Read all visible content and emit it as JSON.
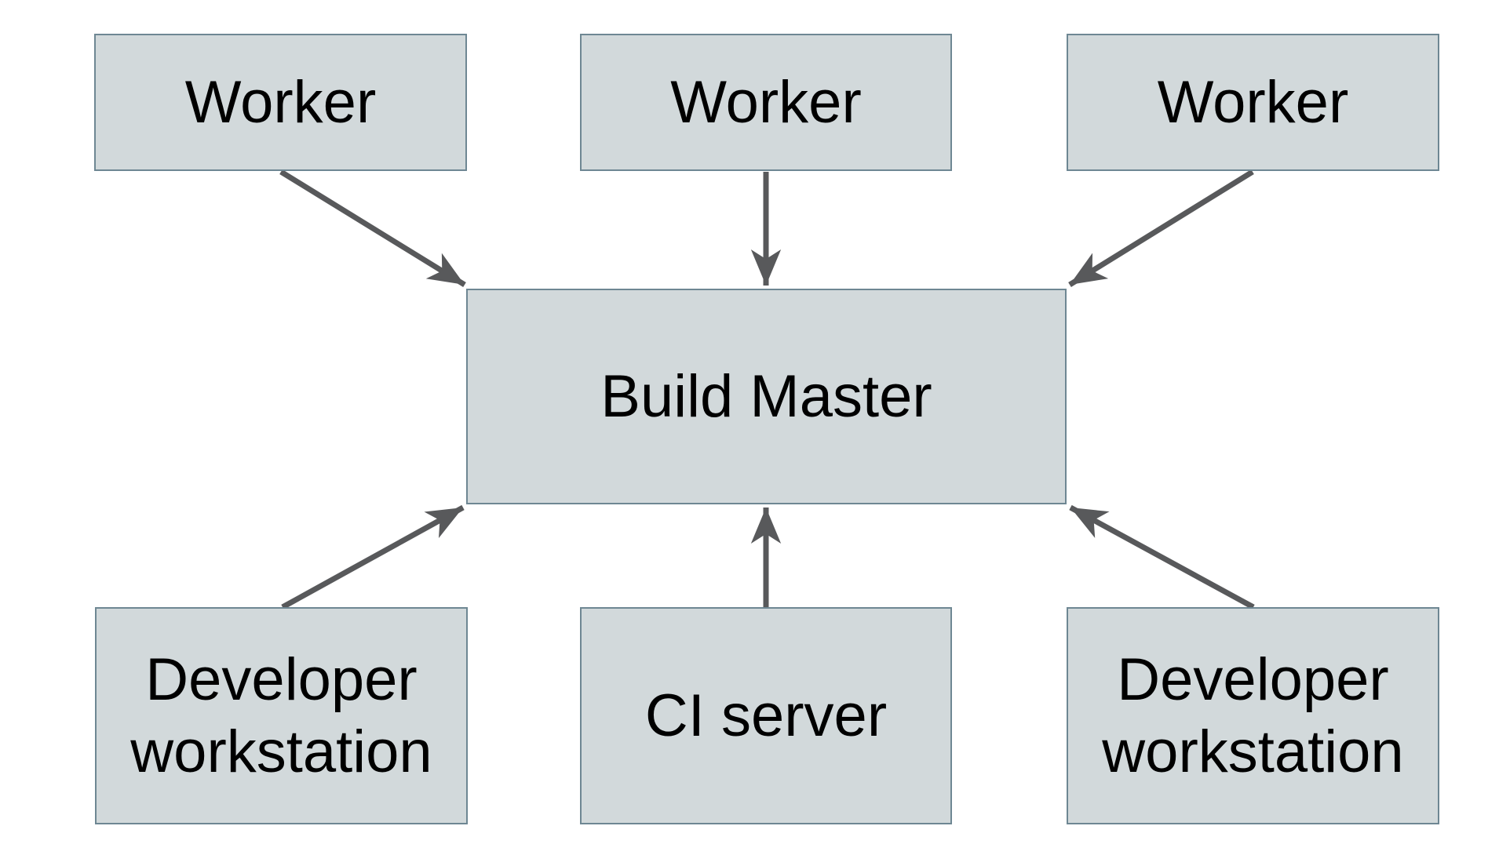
{
  "diagram": {
    "type": "architecture-diagram",
    "background": "#ffffff",
    "colors": {
      "node_fill": "#d2d9db",
      "node_border": "#6e8793",
      "arrow": "#58595b",
      "text": "#000000"
    },
    "nodes": {
      "worker_1": {
        "label": "Worker"
      },
      "worker_2": {
        "label": "Worker"
      },
      "worker_3": {
        "label": "Worker"
      },
      "build_master": {
        "label": "Build Master"
      },
      "dev_workstation_left": {
        "label": "Developer workstation"
      },
      "ci_server": {
        "label": "CI server"
      },
      "dev_workstation_right": {
        "label": "Developer workstation"
      }
    },
    "edges": [
      {
        "from": "worker_1",
        "to": "build_master"
      },
      {
        "from": "worker_2",
        "to": "build_master"
      },
      {
        "from": "worker_3",
        "to": "build_master"
      },
      {
        "from": "dev_workstation_left",
        "to": "build_master"
      },
      {
        "from": "ci_server",
        "to": "build_master"
      },
      {
        "from": "dev_workstation_right",
        "to": "build_master"
      }
    ]
  }
}
